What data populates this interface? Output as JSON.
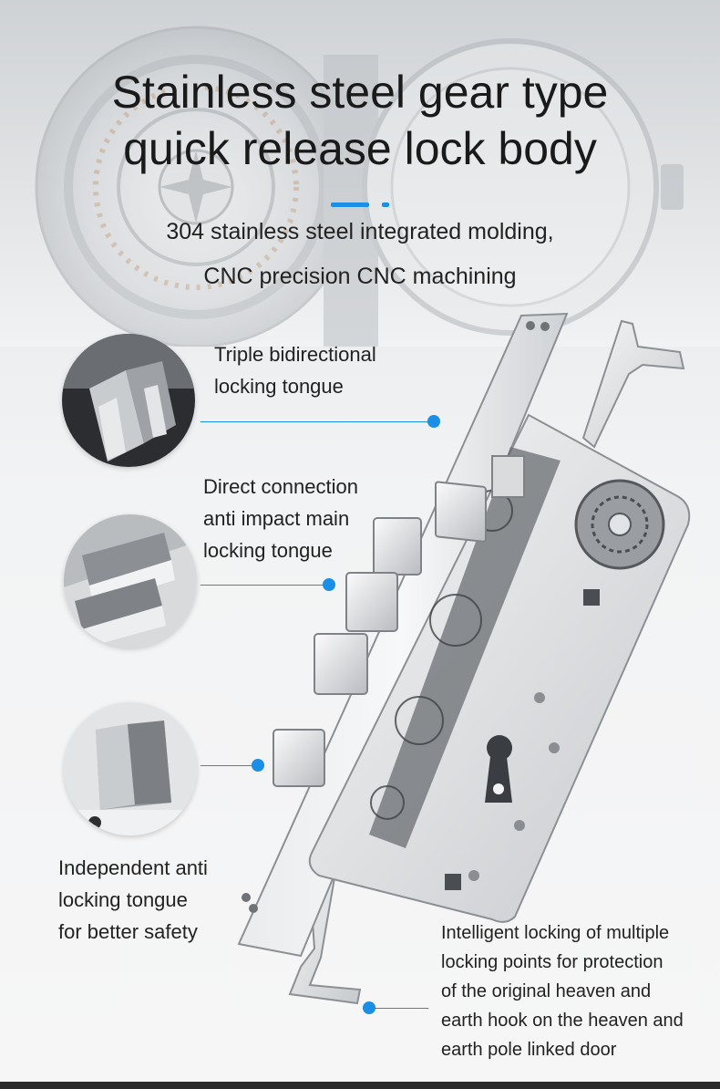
{
  "heading": {
    "line1": "Stainless steel gear type",
    "line2": "quick release lock body"
  },
  "subheading": {
    "line1": "304 stainless steel integrated molding,",
    "line2": "CNC precision CNC machining"
  },
  "features": {
    "triple_tongue": {
      "line1": "Triple bidirectional",
      "line2": "locking tongue"
    },
    "main_tongue": {
      "line1": "Direct connection",
      "line2": "anti impact main",
      "line3": "locking tongue"
    },
    "anti_tongue": {
      "line1": "Independent anti",
      "line2": "locking tongue",
      "line3": "for better safety"
    },
    "hook": {
      "line1": "Intelligent locking of multiple",
      "line2": "locking points for protection",
      "line3": "of the original heaven and",
      "line4": "earth hook on the heaven and",
      "line5": "earth pole linked door"
    }
  },
  "colors": {
    "accent": "#1b8fe6",
    "text": "#222222",
    "steel": "#c9ccd0"
  }
}
